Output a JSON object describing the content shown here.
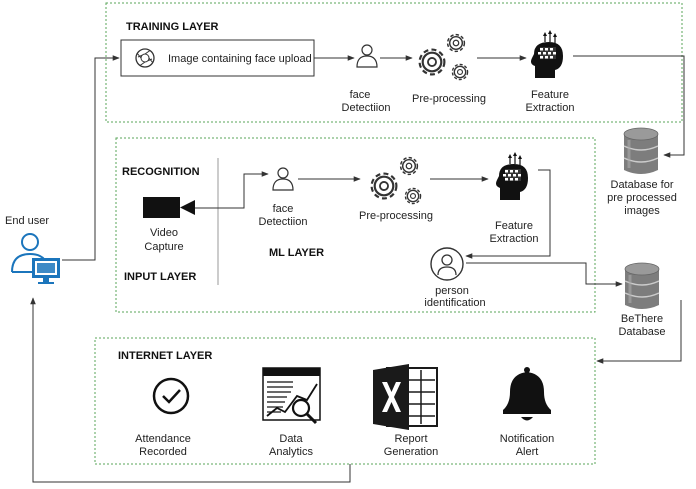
{
  "layers": {
    "training": "TRAINING LAYER",
    "recognition": "RECOGNITION",
    "input": "INPUT LAYER",
    "ml": "ML LAYER",
    "internet": "INTERNET LAYER"
  },
  "actors": {
    "end_user": "End user"
  },
  "training": {
    "upload": "Image containing face upload",
    "face_detection": [
      "face",
      "Detectiion"
    ],
    "preprocessing": "Pre-processing",
    "feature_extraction": [
      "Feature",
      "Extraction"
    ]
  },
  "recognition": {
    "video_capture": [
      "Video",
      "Capture"
    ],
    "face_detection": [
      "face",
      "Detectiion"
    ],
    "preprocessing": "Pre-processing",
    "feature_extraction": [
      "Feature",
      "Extraction"
    ],
    "person_identification": [
      "person",
      "identification"
    ]
  },
  "databases": {
    "preprocessed": [
      "Database for",
      "pre processed",
      "images"
    ],
    "bethere": [
      "BeThere",
      "Database"
    ]
  },
  "outputs": {
    "attendance": [
      "Attendance",
      "Recorded"
    ],
    "analytics": [
      "Data",
      "Analytics"
    ],
    "report": [
      "Report",
      "Generation"
    ],
    "notification": [
      "Notification",
      "Alert"
    ]
  },
  "colors": {
    "layer_border": "#5aa55a",
    "line": "#333333",
    "user_blue": "#1b75bc",
    "db_gray": "#7d7d7d",
    "icon_dark": "#111111",
    "excel_dark": "#1a1a1a"
  },
  "icons": [
    "camera-shutter-icon",
    "person-icon",
    "gears-icon",
    "brain-head-icon",
    "video-camera-icon",
    "user-computer-icon",
    "database-icon",
    "checkmark-circle-icon",
    "analytics-icon",
    "excel-icon",
    "bell-icon"
  ]
}
